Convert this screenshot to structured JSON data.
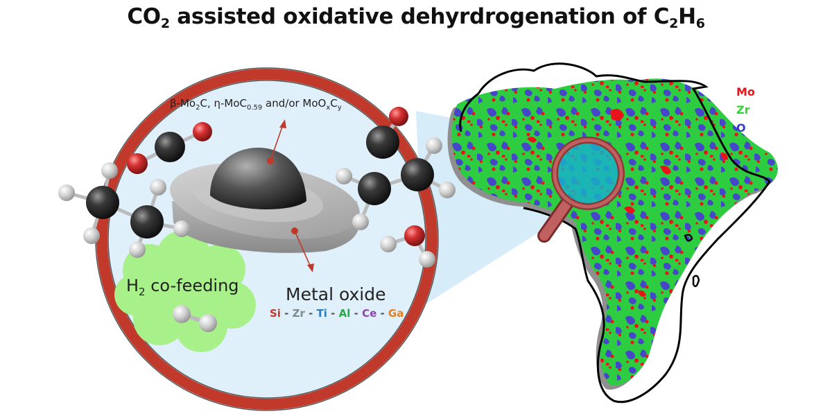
{
  "title": {
    "prefix": "CO",
    "sub1": "2",
    "middle": " assisted oxidative dehyrdrogenation of C",
    "sub2": "2",
    "mid2": "H",
    "sub3": "6"
  },
  "phases": {
    "beta": "β-Mo",
    "s1": "2",
    "c1": "C, η-MoC",
    "s2": "0.59",
    "c2": " and/or MoO",
    "s3": "x",
    "c3": "C",
    "s4": "y"
  },
  "h2": {
    "pre": "H",
    "sub": "2",
    "post": " co-feeding"
  },
  "oxide": {
    "label": "Metal oxide",
    "supports": [
      {
        "name": "Si",
        "color": "#c0392b"
      },
      {
        "name": "Zr",
        "color": "#7f8c8d"
      },
      {
        "name": "Ti",
        "color": "#2f78c4"
      },
      {
        "name": "Al",
        "color": "#27a845"
      },
      {
        "name": "Ce",
        "color": "#8e44ad"
      },
      {
        "name": "Ga",
        "color": "#e67e22"
      }
    ],
    "separator": " - "
  },
  "legend": [
    {
      "name": "Mo",
      "color": "#e8141b"
    },
    {
      "name": "Zr",
      "color": "#2fd62f"
    },
    {
      "name": "O",
      "color": "#3a3acc"
    }
  ],
  "colors": {
    "ring": "#c0392b",
    "circle_bg": "#dff0fb",
    "cloud": "#a8f08a",
    "carbon": "#222222",
    "oxygen": "#c62828",
    "hydrogen": "#d5d5d5",
    "map_green": "#2ecc40",
    "map_red": "#e8141b",
    "map_blue": "#4646c8",
    "lens_frame": "#b85450",
    "lens_glass": "#18b0c8"
  }
}
